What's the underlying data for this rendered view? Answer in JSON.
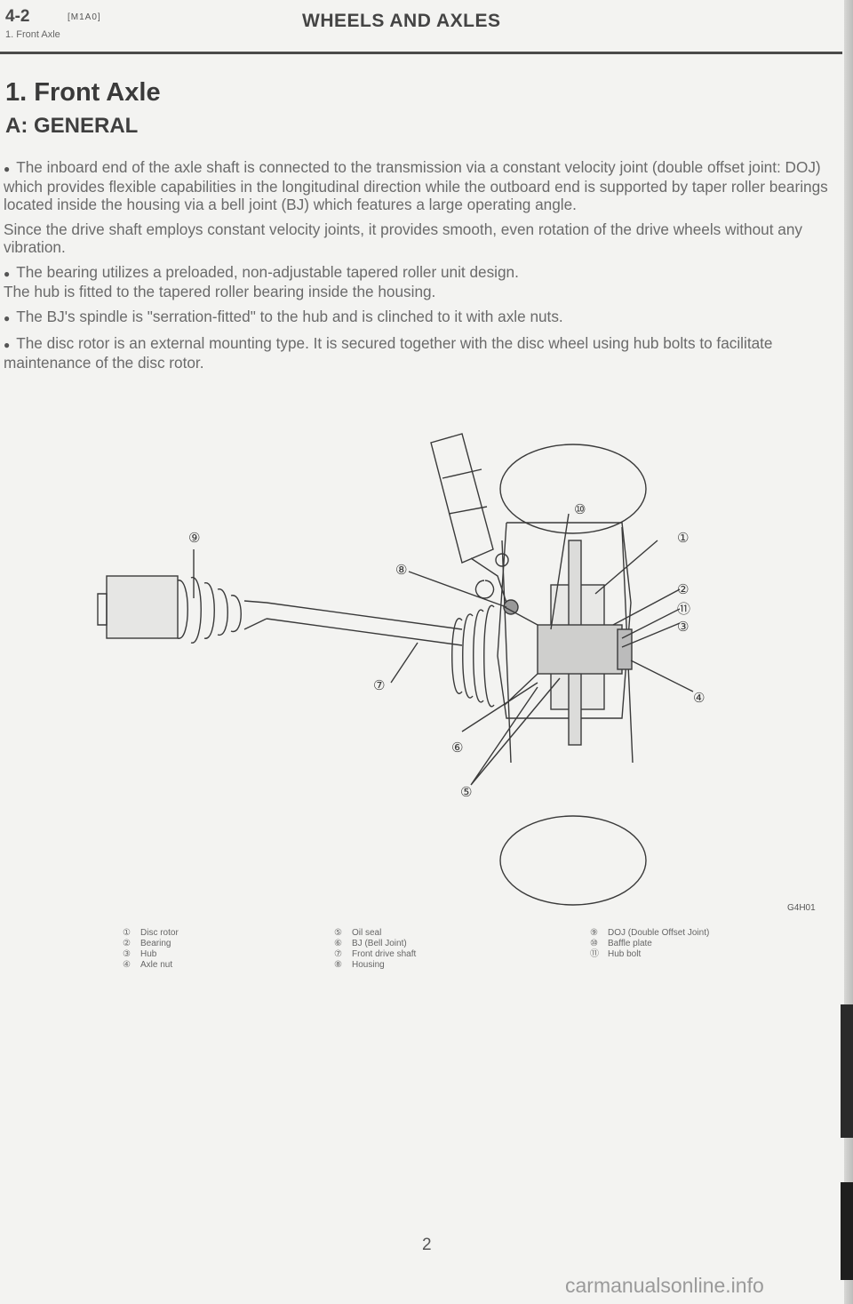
{
  "header": {
    "code": "4-2",
    "tag": "[M1A0]",
    "subsection": "1. Front Axle",
    "title": "WHEELS AND AXLES"
  },
  "section_title": "1. Front Axle",
  "subheading": "A: GENERAL",
  "paragraphs": [
    {
      "bullet": true,
      "text": "The inboard end of the axle shaft is connected to the transmission via a constant velocity joint (double offset joint: DOJ) which provides flexible capabilities in the longitudinal direction while the outboard end is supported by taper roller bearings located inside the housing via a bell joint (BJ) which features a large operating angle."
    },
    {
      "bullet": false,
      "text": "Since the drive shaft employs constant velocity joints, it provides smooth, even rotation of the drive wheels without any vibration."
    },
    {
      "bullet": true,
      "text": "The bearing utilizes a preloaded, non-adjustable tapered roller unit design."
    },
    {
      "bullet": false,
      "text": "The hub is fitted to the tapered roller bearing inside the housing."
    },
    {
      "bullet": true,
      "text": "The BJ's spindle is \"serration-fitted\" to the hub and is clinched to it with axle nuts."
    },
    {
      "bullet": true,
      "text": "The disc rotor is an external mounting type. It is secured together with the disc wheel using hub bolts to facilitate maintenance of the disc rotor."
    }
  ],
  "diagram": {
    "callouts": [
      "①",
      "②",
      "⑪",
      "③",
      "④",
      "⑤",
      "⑥",
      "⑦",
      "⑧",
      "⑨",
      "⑩",
      "⑤"
    ],
    "figure_code": "G4H01"
  },
  "legend": {
    "col1": [
      {
        "num": "①",
        "label": "Disc rotor"
      },
      {
        "num": "②",
        "label": "Bearing"
      },
      {
        "num": "③",
        "label": "Hub"
      },
      {
        "num": "④",
        "label": "Axle nut"
      }
    ],
    "col2": [
      {
        "num": "⑤",
        "label": "Oil seal"
      },
      {
        "num": "⑥",
        "label": "BJ (Bell Joint)"
      },
      {
        "num": "⑦",
        "label": "Front drive shaft"
      },
      {
        "num": "⑧",
        "label": "Housing"
      }
    ],
    "col3": [
      {
        "num": "⑨",
        "label": "DOJ (Double Offset Joint)"
      },
      {
        "num": "⑩",
        "label": "Baffle plate"
      },
      {
        "num": "⑪",
        "label": "Hub bolt"
      }
    ]
  },
  "page_number": "2",
  "watermark": "carmanualsonline.info"
}
